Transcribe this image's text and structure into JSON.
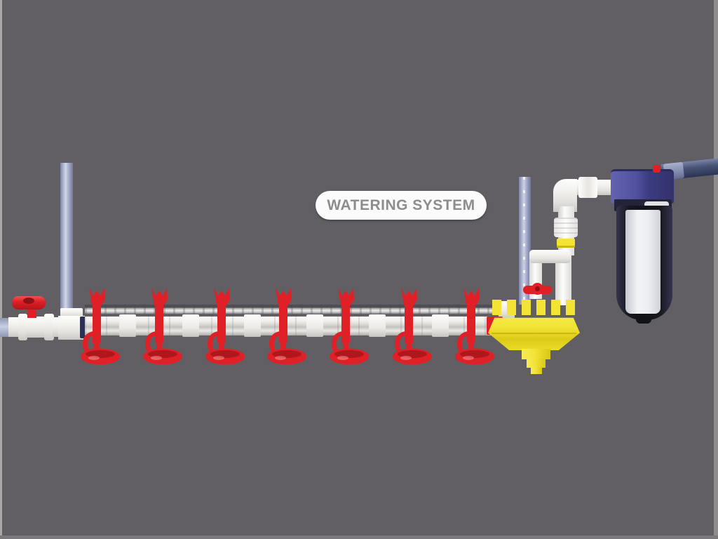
{
  "label": {
    "text": "WATERING SYSTEM"
  },
  "colors": {
    "background": "#615f64",
    "edge-left": "#a8a8a8",
    "edge-right": "#8d8d8d",
    "edge-bottom": "#7b797e",
    "red": "#df2127",
    "red-dark": "#8f1015",
    "yellow": "#f2e335",
    "yellow-dark": "#cdb90d",
    "navy-ring": "#2b3152",
    "filter-cap": "#5151a0",
    "filter-cap-dark": "#32326b",
    "bowl-dark": "#121219",
    "cartridge-white": "#f2f3f5",
    "label-bg": "#fbfbfb",
    "label-text": "#8b8d90",
    "rail-dark": "#504e55",
    "rail-light": "#eeeeea"
  },
  "components": {
    "inlet_pipe": "water-inlet-pipe",
    "shutoff_valve": "red-handle-ball-valve",
    "left_standpipe": "riser-standpipe",
    "distribution_pipe": "main-drinker-line",
    "anti_roost_rail": "anti-roost-rail",
    "drinker": "nipple-drinker-with-drip-cup",
    "pressure_regulator": "yellow-pressure-regulator",
    "sight_tube": "regulator-sight-tube",
    "bypass_valve": "red-mini-valve",
    "supply_elbow": "supply-elbow",
    "water_filter": "inline-water-filter",
    "filter_cartridge": "filter-cartridge",
    "outlet_pipe": "supply-pipe-to-source"
  },
  "drinkers": {
    "count": 7,
    "centers_x": [
      138,
      227,
      316,
      404,
      493,
      583,
      672
    ]
  },
  "pipe_couplings_x": [
    182,
    272,
    360,
    449,
    538,
    628
  ]
}
